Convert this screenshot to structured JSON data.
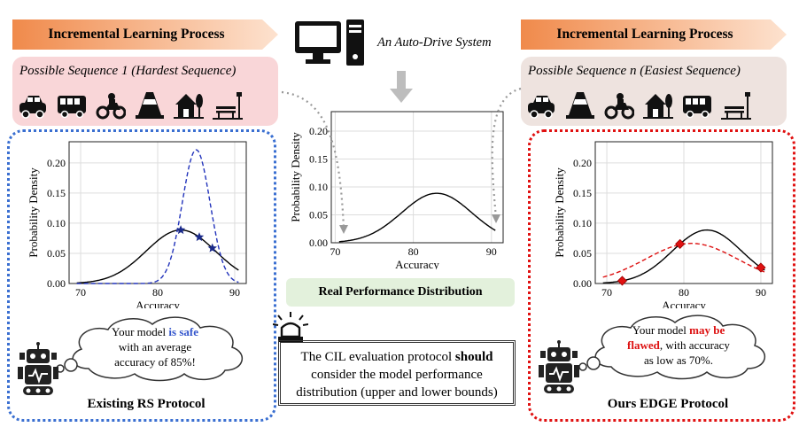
{
  "left_banner": "Incremental Learning Process",
  "right_banner": "Incremental Learning Process",
  "system_label": "An Auto-Drive System",
  "left_sequence": {
    "title": "Possible Sequence 1 (Hardest Sequence)",
    "icons": [
      "car-icon",
      "bus-icon",
      "motorcycle-icon",
      "traffic-cone-icon",
      "house-icon",
      "bench-icon"
    ]
  },
  "right_sequence": {
    "title": "Possible Sequence n (Easiest Sequence)",
    "icons": [
      "car-icon",
      "traffic-cone-icon",
      "motorcycle-icon",
      "house-icon",
      "bus-icon",
      "bench-icon"
    ]
  },
  "real_distribution_label": "Real Performance Distribution",
  "left_protocol_label": "Existing RS Protocol",
  "right_protocol_label": "Ours EDGE Protocol",
  "left_cloud": {
    "line1_pre": "Your model ",
    "line1_em": "is safe",
    "line2": "with an average",
    "line3": "accuracy of 85%!"
  },
  "right_cloud": {
    "line1_pre": "Your model ",
    "line1_em": "may be",
    "line2_em": "flawed",
    "line2_post": ", with accuracy",
    "line3": "as low as 70%."
  },
  "center_statement": {
    "pre": "The CIL evaluation protocol ",
    "bold": "should",
    "post": " consider the model performance distribution (upper and lower bounds)"
  },
  "colors": {
    "blue": "#3355cc",
    "red": "#dd1111",
    "banner": "#f4a36a"
  },
  "chart_data": [
    {
      "type": "line",
      "xlabel": "Accuracy",
      "ylabel": "Probability Density",
      "xlim": [
        68.5,
        91.5
      ],
      "ylim": [
        0,
        0.235
      ],
      "xticks": [
        70,
        80,
        90
      ],
      "yticks": [
        0.0,
        0.05,
        0.1,
        0.15,
        0.2
      ],
      "series": [
        {
          "style": "solid",
          "color": "#000000",
          "mean": 83,
          "sd": 4.5
        },
        {
          "style": "dashed",
          "color": "#2233bb",
          "mean": 85,
          "sd": 1.8
        }
      ],
      "markers": [
        {
          "shape": "star",
          "x": [
            83.0,
            85.4,
            87.1
          ]
        }
      ]
    },
    {
      "type": "line",
      "xlabel": "Accuracy",
      "ylabel": "Probability Density",
      "xlim": [
        69.5,
        91.5
      ],
      "ylim": [
        0,
        0.235
      ],
      "xticks": [
        70,
        80,
        90
      ],
      "yticks": [
        0.0,
        0.05,
        0.1,
        0.15,
        0.2
      ],
      "series": [
        {
          "style": "solid",
          "color": "#000000",
          "mean": 83,
          "sd": 4.5
        }
      ]
    },
    {
      "type": "line",
      "xlabel": "Accuracy",
      "ylabel": "Probability Density",
      "xlim": [
        68.5,
        91.5
      ],
      "ylim": [
        0,
        0.235
      ],
      "xticks": [
        70,
        80,
        90
      ],
      "yticks": [
        0.0,
        0.05,
        0.1,
        0.15,
        0.2
      ],
      "series": [
        {
          "style": "solid",
          "color": "#000000",
          "mean": 83,
          "sd": 4.5
        },
        {
          "style": "dashed",
          "color": "#dd1111",
          "mean": 81,
          "sd": 6.0
        }
      ],
      "markers": [
        {
          "shape": "diamond",
          "x": [
            72.0,
            79.5,
            90.0
          ]
        }
      ]
    }
  ]
}
